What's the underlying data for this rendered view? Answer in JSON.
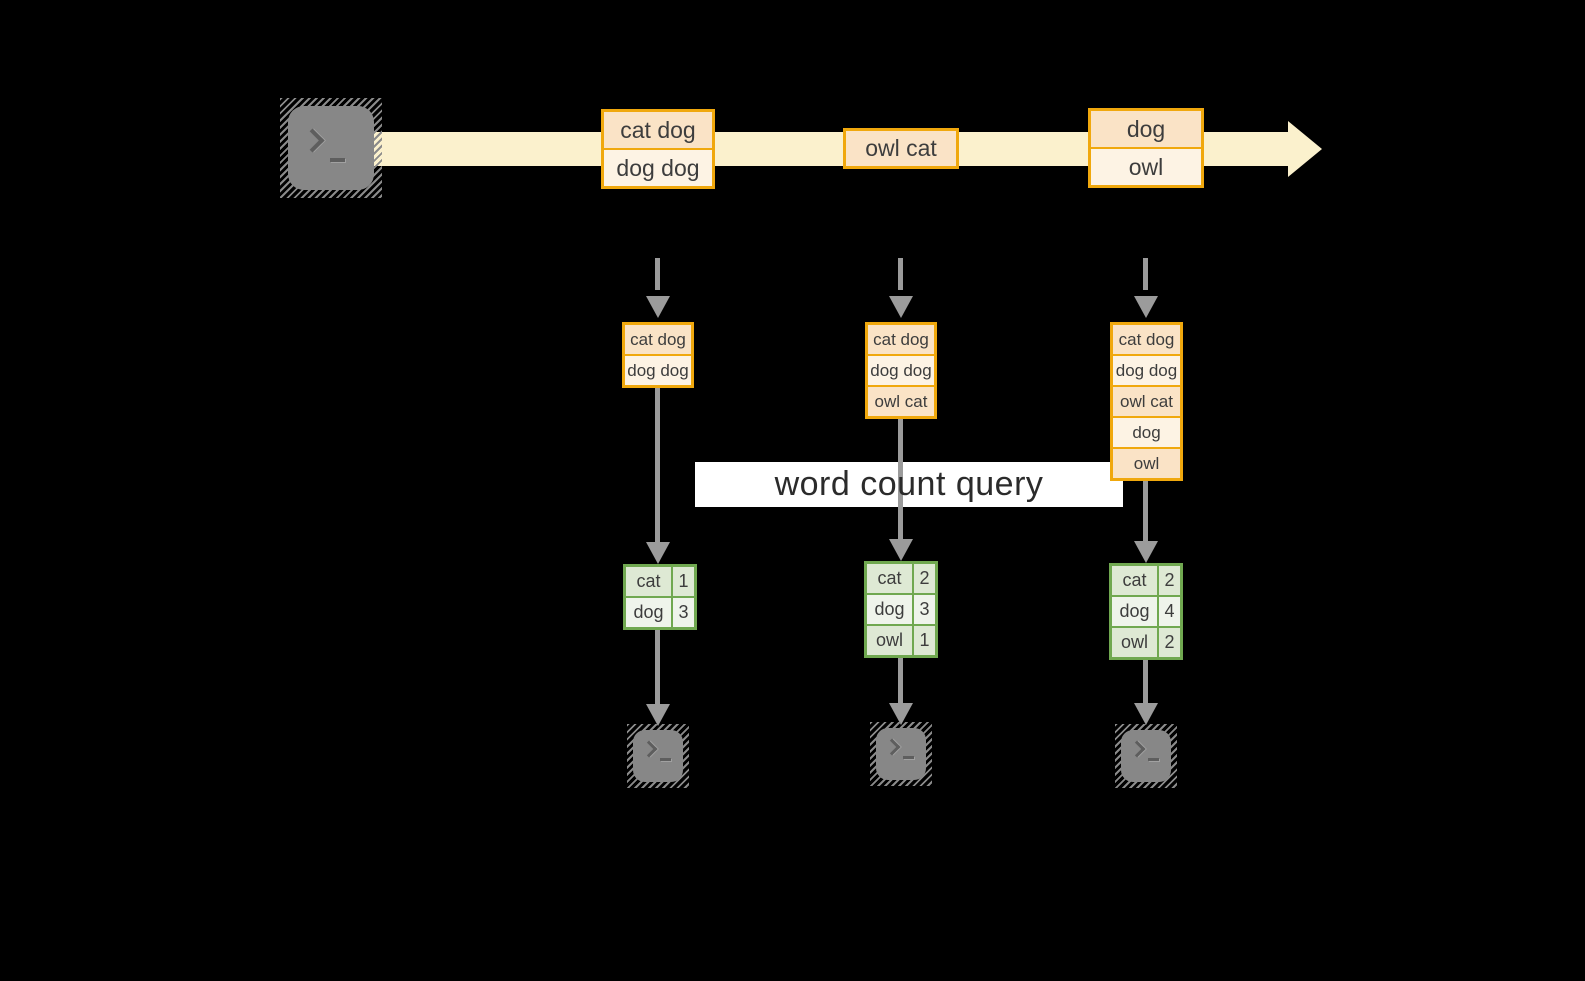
{
  "diagram": {
    "query_label": "word count query",
    "stream_batches": [
      {
        "lines": [
          "cat dog",
          "dog dog"
        ]
      },
      {
        "lines": [
          "owl cat"
        ]
      },
      {
        "lines": [
          "dog",
          "owl"
        ]
      }
    ],
    "columns": [
      {
        "state": [
          "cat dog",
          "dog dog"
        ],
        "counts": [
          {
            "word": "cat",
            "count": "1"
          },
          {
            "word": "dog",
            "count": "3"
          }
        ]
      },
      {
        "state": [
          "cat dog",
          "dog dog",
          "owl cat"
        ],
        "counts": [
          {
            "word": "cat",
            "count": "2"
          },
          {
            "word": "dog",
            "count": "3"
          },
          {
            "word": "owl",
            "count": "1"
          }
        ]
      },
      {
        "state": [
          "cat dog",
          "dog dog",
          "owl cat",
          "dog",
          "owl"
        ],
        "counts": [
          {
            "word": "cat",
            "count": "2"
          },
          {
            "word": "dog",
            "count": "4"
          },
          {
            "word": "owl",
            "count": "2"
          }
        ]
      }
    ],
    "icons": {
      "source": "terminal-icon",
      "sinks": [
        "terminal-icon",
        "terminal-icon",
        "terminal-icon"
      ],
      "arrowheads": "arrowhead-down-icon"
    },
    "colors": {
      "background": "#000000",
      "stream_band": "#FBF1CD",
      "orange_border": "#F0A80D",
      "peach_dark": "#FAE3C6",
      "peach_light": "#FDF3E4",
      "green_border": "#70A850",
      "green_dark": "#DEE9D4",
      "green_light": "#EFF4EB",
      "arrow_gray": "#9B9B9B",
      "terminal_gray": "#878787",
      "banner_bg": "#FFFFFF",
      "text": "#3D3D3D"
    }
  }
}
